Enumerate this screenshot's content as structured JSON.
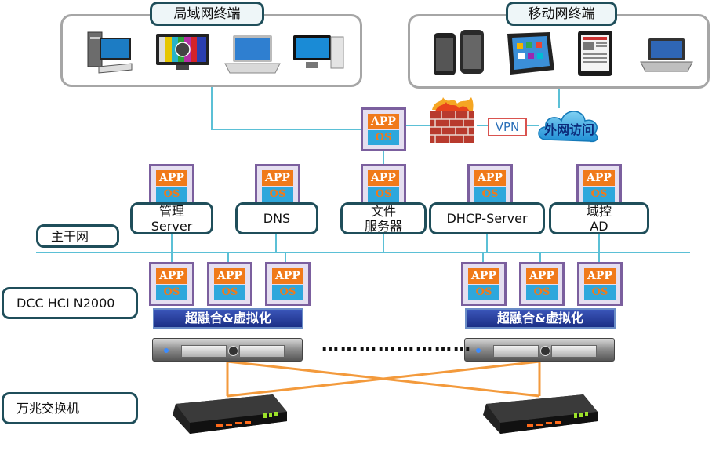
{
  "lan": {
    "title": "局域网终端"
  },
  "mobile": {
    "title": "移动网终端"
  },
  "appos": {
    "app": "APP",
    "os": "OS"
  },
  "vpn": "VPN",
  "internet": "外网访问",
  "services": [
    {
      "label": "管理\nServer"
    },
    {
      "label": "DNS"
    },
    {
      "label": "文件\n服务器"
    },
    {
      "label": "DHCP-Server"
    },
    {
      "label": "域控\nAD"
    }
  ],
  "backbone": "主干网",
  "product": "DCC HCI N2000",
  "hci": "超融合&虚拟化",
  "ellipsis": "……………………",
  "switch": "万兆交换机",
  "colors": {
    "link_blue": "#5bc0d6",
    "link_orange": "#f39a3c",
    "box_border": "#1f4e5a",
    "hci_blue": "#1c2f86"
  },
  "icons": [
    "desktop-pc-icon",
    "monitor-icon",
    "laptop-icon",
    "all-in-one-pc-icon",
    "smartphone-icon",
    "tablet-icon",
    "ereader-icon",
    "netbook-icon",
    "firewall-icon",
    "cloud-icon",
    "server-icon",
    "switch-icon"
  ]
}
